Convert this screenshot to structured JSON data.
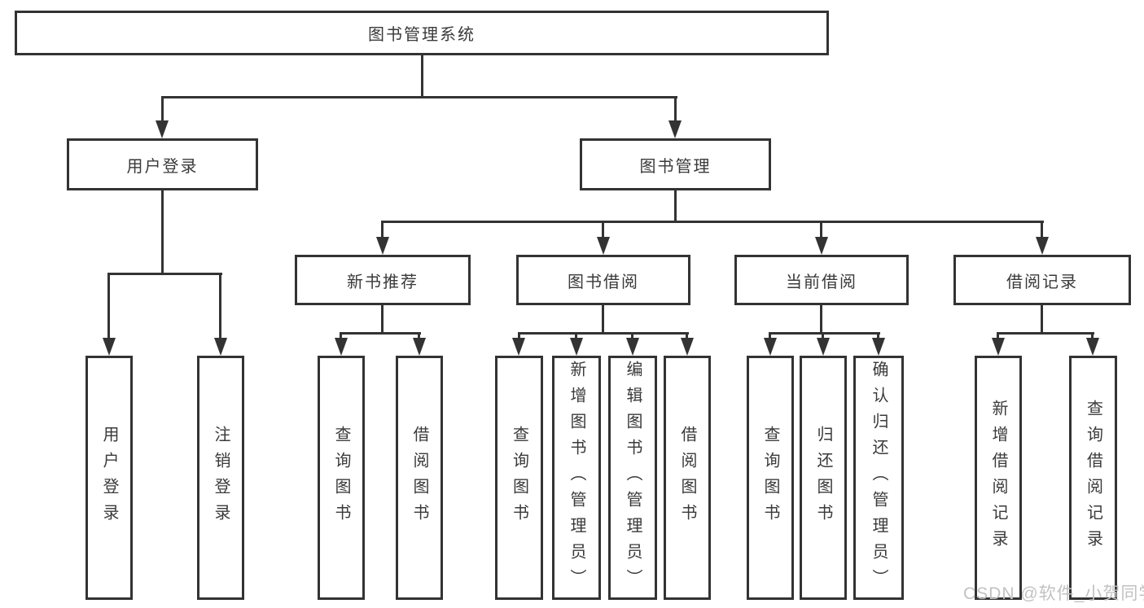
{
  "diagram": {
    "tree": {
      "label": "图书管理系统",
      "children": [
        {
          "label": "用户登录",
          "children": [
            {
              "label": "用户登录"
            },
            {
              "label": "注销登录"
            }
          ]
        },
        {
          "label": "图书管理",
          "children": [
            {
              "label": "新书推荐",
              "children": [
                {
                  "label": "查询图书"
                },
                {
                  "label": "借阅图书"
                }
              ]
            },
            {
              "label": "图书借阅",
              "children": [
                {
                  "label": "查询图书"
                },
                {
                  "label": "新增图书（管理员）"
                },
                {
                  "label": "编辑图书（管理员）"
                },
                {
                  "label": "借阅图书"
                }
              ]
            },
            {
              "label": "当前借阅",
              "children": [
                {
                  "label": "查询图书"
                },
                {
                  "label": "归还图书"
                },
                {
                  "label": "确认归还（管理员）"
                }
              ]
            },
            {
              "label": "借阅记录",
              "children": [
                {
                  "label": "新增借阅记录"
                },
                {
                  "label": "查询借阅记录"
                }
              ]
            }
          ]
        }
      ]
    }
  },
  "watermark": {
    "text": "CSDN @软件_小贺同学"
  },
  "colors": {
    "line": "#333333",
    "text": "#3a3a3a",
    "background": "#ffffff",
    "watermark": "#c2c2c2"
  }
}
